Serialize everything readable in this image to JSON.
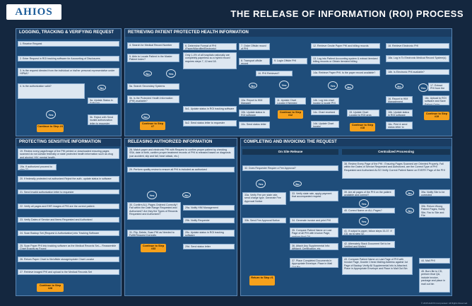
{
  "header": {
    "logo": "AHIOS",
    "title": "THE RELEASE OF INFORMATION (ROI) PROCESS"
  },
  "panel1": {
    "title": "LOGGING, TRACKING & VERIFYING REQUEST",
    "b1": "1. Receive Request",
    "b2": "2. Enter Request in ROI tracking software for Accounting of Disclosures",
    "b3": "3. Is the request directed from the individual or his/her personal representative under HIPAA?",
    "b4": "4. Is the authorization valid?",
    "b5a": "5a. Update Status in Software",
    "b5b": "5b. Reject with Send invalid authorization letter to requester",
    "cont": "Continue to Step #4",
    "yes": "Yes",
    "no": "No"
  },
  "panel2": {
    "title": "RETRIEVING PATIENT PROTECTED HEALTH INFORMATION",
    "b4": "4. Search for Medical Record Number",
    "b5": "5. Able to Locate Patient in the Master Patient Index?",
    "b6": "6. Determine Format of PHI (Paper/Microfilm/Electronic)",
    "b6n": "Only 1-4% of all hospitals nationally are completely paperless so a hybrid record requires steps 7, 12 and 18.",
    "b7": "7. Order Offsite record of PHI",
    "b8": "8. Transport offsite record",
    "b9": "9. Login Offsite PHI",
    "b10": "10. PHI Retrieved?",
    "b10a": "10a. Report to HIM Manager",
    "b10b": "10b. Update status in ROI software",
    "b10c": "10c. Send status letter",
    "b11": "11. Update Chart Locator if Needed",
    "b12": "12. Retrieve Onsite Paper PHI and billing records",
    "b13": "13. Log into Patient Accounting system & extract itemized billing records or Obtain itemized billing",
    "b14": "14a. Retrieve Paper PHI. Is the paper record available?",
    "b14b": "14b. Log into chart locator & locate PHI",
    "b14c": "14c. Chart received",
    "b14d": "14d. Update Chart locator",
    "b15": "15. Update Chart Locator to ROI area",
    "b16": "16. Report to HIM Management",
    "b16b": "16b. Update status in ROI software",
    "b16c": "16c. Print & send status letter to requester",
    "b17": "17. Extract PHI from the EHR",
    "b18": "18. Retrieve Electronic PHI",
    "b18a": "18a. Log in To Electronic Medical Record System(s)",
    "b18b": "18b. Is Electronic PHI available?",
    "b18c": "18c. Upload to ROI software and Save Patient Order",
    "b5a": "5a. Search Secondary Systems",
    "b5b": "5b. Is the Protected Health Information (PHI) available?",
    "b5c": "5c1. Update status in ROI tracking software",
    "b5d": "5c2. Send status letter to requester",
    "cont_a": "Continue to Step #7",
    "cont_b": "Continue to Step #12",
    "cont_c": "Continue to Step #18",
    "cont_d": "Continue to Step #19",
    "yes": "Yes",
    "no": "No"
  },
  "panel3": {
    "title": "PROTECTING SENSITIVE INFORMATION",
    "b19": "19. Review every page/image of the PHI printed or downloaded ensuring pages scanned do not contain federally or state protected health information such as drug and alcohol, HIV, mental health.",
    "b19a": "19a. If authorized proceed to step 22.",
    "b20": "20. If federally protected not authorized Reject the auth- update status in software",
    "b21": "21. Send Invalid authorization letter to requester",
    "b22": "22. Verify all pages and EHR images of PHI are the correct patient.",
    "b23": "23. Verify Dates of Service and Items Requested and Authorized",
    "b24": "24. Scan Backup Set (Request & Authorization) into Tracking Software",
    "b25": "25. Scan Paper PHI into tracking software as the Medical Records Set— Reassemble Chart Exactly as Found",
    "b26": "26. Return Paper Chart to file/offsite storage/update Chart Locator",
    "b27": "27. Retrieve imaged PHI and upload to the Medical Records Set",
    "cont": "Continue to Step #28"
  },
  "panel4": {
    "title": "RELEASING AUTHORIZED INFORMATION",
    "b28": "28. Match paper and electronic PHI with Request to confirm proper patient by checking SS#, date of birth, confirm proper treatment records of PHI is released based on diagnosis (car accident, slip and fall, heart attack, etc.)",
    "b29": "29. Perform quality review to ensure all PHI is included as authorized",
    "b30": "30. Confirm ALL Pages Ordered Correctly? Fail within the Date Range Requested and Authorized? Are they the Types of Records Requested and Authorized?",
    "b29a": "29a. Notify HIM Management",
    "b29b": "29b. Notify Requester",
    "b29c": "29c. Update status in ROI tracking software",
    "b29d": "29d. Send status letter",
    "b31": "31. Flip, Delete, Scan PHI as Needed to Fulfill Request Correctly",
    "cont": "Continue to Step #33",
    "yes": "Yes",
    "no": "No"
  },
  "panel5": {
    "title": "COMPLETING AND INVOICING THE REQUEST",
    "on_site": "On Site Release",
    "central": "Centralized Processing",
    "b32": "32. Does Requester Require a Fee Approval?",
    "b33a": "33a. Verify Fee per state rate, send charge type. Generate Fee Approval Notice",
    "b33b": "33b. Send Fee Approval Notice",
    "b33": "33. Verify state rate, apply payment that accompanied request",
    "b34": "34. Generate invoice and print PHI",
    "b35": "35. Compare Patient Name on Last Page of all PHI with Invoice Page, perform final QA",
    "b36": "36. Attach Any Supplemental Info: Affidavit, Certification, etc.",
    "b37": "37. Place Completed Documents in Appropriate Envelope. Place in Mail Out Bin",
    "b38": "38. Review Every Page of the PHI : Ensuring Pages Scanned are Oriented Properly. Fall within the Dates of Service Requested and Authorized, are the Correct Type of PHI Requested and Authorized ALSO Verify Correct Patient Name on EVERY Page of the PHI",
    "b39": "39. Are all pages of the PHI on the patient available and correct?",
    "b39a": "39a. Notify Site to be corrected",
    "b39b": "39b. Return Wrong Patient Pages, Notify Site, Fax to Site and File",
    "b40": "40. Correct Name on ALL Pages?",
    "b41": "41. If output is paper, follow steps 33-37. If CD, go to step 42.",
    "b42": "42. Alternately Stack Document Set to be Verified and Mailed",
    "b43": "43. Compare Patient Name on Last Page of PHI with Invoice Page, Double Check Mailing Address against 1st Page of Backup Verify All Supplemental Info is Attached. Place in Appropriate Envelope and Place in Mail Out Bin",
    "b44": "44. Mail PHI",
    "b45": "45. Burn file to CD, perform final QA, include invoice, package and place in mail out bin",
    "ret": "Return to Step #1",
    "yes": "Yes",
    "no": "No"
  },
  "footer": "© 2015 AHIOS Incorporated. All Rights Reserved."
}
